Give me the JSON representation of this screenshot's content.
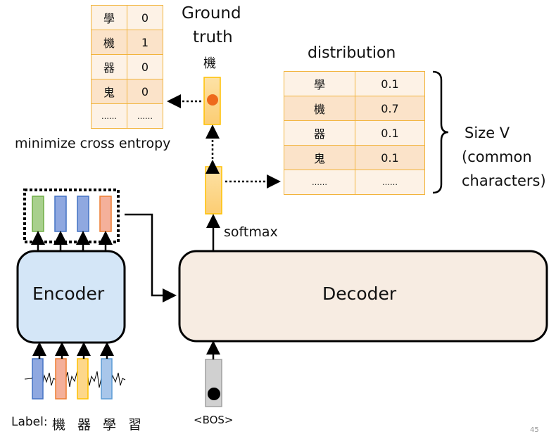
{
  "ground_truth": {
    "title_line1": "Ground",
    "title_line2": "truth",
    "char": "機",
    "table": [
      {
        "char": "學",
        "value": "0"
      },
      {
        "char": "機",
        "value": "1"
      },
      {
        "char": "器",
        "value": "0"
      },
      {
        "char": "鬼",
        "value": "0"
      },
      {
        "char": "……",
        "value": "……"
      }
    ]
  },
  "distribution": {
    "title": "distribution",
    "table": [
      {
        "char": "學",
        "value": "0.1"
      },
      {
        "char": "機",
        "value": "0.7"
      },
      {
        "char": "器",
        "value": "0.1"
      },
      {
        "char": "鬼",
        "value": "0.1"
      },
      {
        "char": "……",
        "value": "……"
      }
    ],
    "brace_label_line1": "Size V",
    "brace_label_line2": "(common",
    "brace_label_line3": "characters)"
  },
  "loss_label": "minimize cross entropy",
  "softmax_label": "softmax",
  "encoder_label": "Encoder",
  "decoder_label": "Decoder",
  "bos_label": "<BOS>",
  "label_prefix": "Label:",
  "label_chars": [
    "機",
    "器",
    "學",
    "習"
  ],
  "page_number": "45",
  "colors": {
    "encoder_fill": "#d4e6f7",
    "decoder_fill": "#f7ece2",
    "table_border": "#f2b43c",
    "vector_orange": "#fdd78a",
    "dot_orange": "#ee6a1c"
  }
}
